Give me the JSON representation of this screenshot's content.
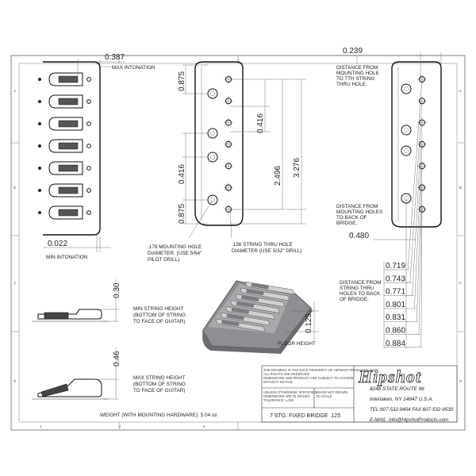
{
  "border": {
    "rows": [
      "A",
      "B",
      "C",
      "D"
    ],
    "cols": [
      "1",
      "2",
      "3"
    ]
  },
  "top_view": {
    "intonation_max": "0.387",
    "intonation_max_label": "MAX INTONATION",
    "intonation_min": "0.022",
    "intonation_min_label": "MIN INTONATION"
  },
  "hole_view": {
    "dim_top": "0.875",
    "dim_mid": "0.416",
    "dim_low": "0.875",
    "dim_416": "0.416",
    "dim_2496": "2.496",
    "dim_3276": "3.276",
    "mount_hole_note": [
      ".178 MOUNTING HOLE",
      "DIAMETER. (USE 5/64\"",
      "PILOT DRILL)"
    ],
    "thru_hole_note": [
      ".156 STRING THRU HOLE",
      "DIAMETER (USE 5/32\" DRILL)"
    ]
  },
  "side_view": {
    "dim_239": "0.239",
    "dist_7th_note": [
      "DISTANCE FROM",
      "MOUNTING HOLE",
      "TO 7TH STRING",
      "THRU HOLE."
    ],
    "dist_back_note": [
      "DISTANCE FROM",
      "MOUNTING HOLES",
      "TO BACK OF",
      "BRIDGE."
    ],
    "dim_480": "0.480",
    "string_dims": [
      "0.719",
      "0.743",
      "0.771",
      "0.801",
      "0.831",
      "0.860",
      "0.884"
    ],
    "string_note": [
      "DISTANCE FROM",
      "STRING THRU",
      "HOLES TO BACK",
      "OF BRIDGE."
    ]
  },
  "height_views": {
    "min_dim": "0.30",
    "min_note": [
      "MIN STRING HEIGHT",
      "(BOTTOM OF STRING",
      "TO FACE OF GUITAR)"
    ],
    "max_dim": "0.46",
    "max_note": [
      "MAX STRING HEIGHT",
      "(BOTTOM OF STRING",
      "TO FACE OF GUITAR)"
    ]
  },
  "render_view": {
    "floor_dim": "0.125",
    "floor_label": "FLOOR HEIGHT"
  },
  "weight": "WEIGHT (WITH MOUNTING HARDWARE): 5.04 oz",
  "title_block": {
    "legal": [
      "THE DRAWING IS THE SOLE PROPERTY OF HIPSHOT PRODUCTS, INC.",
      "ALL RIGHTS ARE RESERVED.",
      "DIMENSIONS AND PRODUCT ARE SUBJECT TO CHANGE",
      "WITHOUT NOTICE."
    ],
    "tolerance": [
      "UNLESS OTHERWISE SPECIFIED:",
      "DIMENSIONS ARE IN INCHES",
      "TOLERANCE: ±.005"
    ],
    "scale": [
      "IMAGE NOT DRAWN",
      "TO SCALE"
    ],
    "part_name": "7 STG. FIXED BRIDGE .125",
    "brand": "Hipshot",
    "address1": "8248 STATE ROUTE 96",
    "address2": "Interlaken, NY 14847 U.S.A.",
    "tel": "TEL:607-532-9404 FAX:607-532-9530",
    "email": "E-MAIL: info@HipshotProducts.com"
  }
}
